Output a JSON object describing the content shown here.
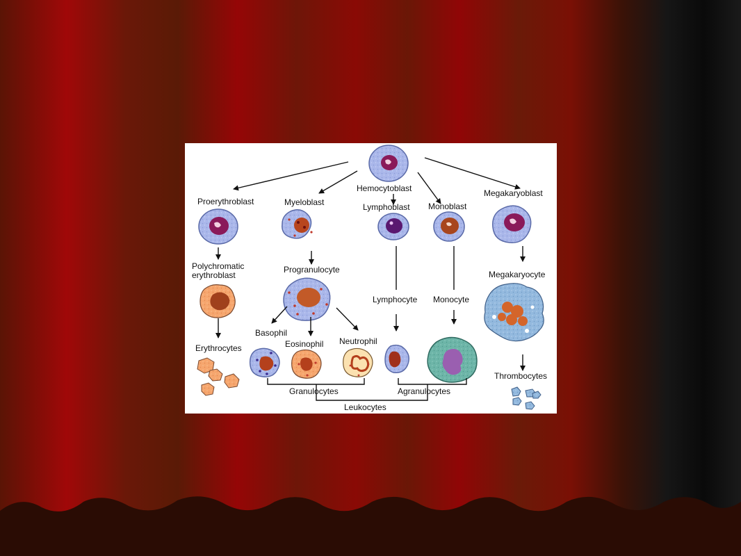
{
  "labels": {
    "hemocytoblast": "Hemocytoblast",
    "proerythroblast": "Proerythroblast",
    "myeloblast": "Myeloblast",
    "lymphoblast": "Lymphoblast",
    "monoblast": "Monoblast",
    "megakaryoblast": "Megakaryoblast",
    "polychromatic_line1": "Polychromatic",
    "polychromatic_line2": "erythroblast",
    "progranulocyte": "Progranulocyte",
    "lymphocyte": "Lymphocyte",
    "monocyte": "Monocyte",
    "megakaryocyte": "Megakaryocyte",
    "basophil": "Basophil",
    "eosinophil": "Eosinophil",
    "neutrophil": "Neutrophil",
    "erythrocytes": "Erythrocytes",
    "thrombocytes": "Thrombocytes",
    "granulocytes": "Granulocytes",
    "agranulocytes": "Agranulocytes",
    "leukocytes": "Leukocytes"
  },
  "colors": {
    "curtain_red": "#8a0505",
    "curtain_dark": "#1e0a04",
    "cell_blue": "#a9b8e8",
    "nucleus_purple": "#8a1a5a",
    "erythro_orange": "#f6a66e",
    "granule_red": "#c0392b",
    "monocyte_teal": "#6db5a8",
    "megakaryocyte_blue": "#8fb6dc"
  }
}
